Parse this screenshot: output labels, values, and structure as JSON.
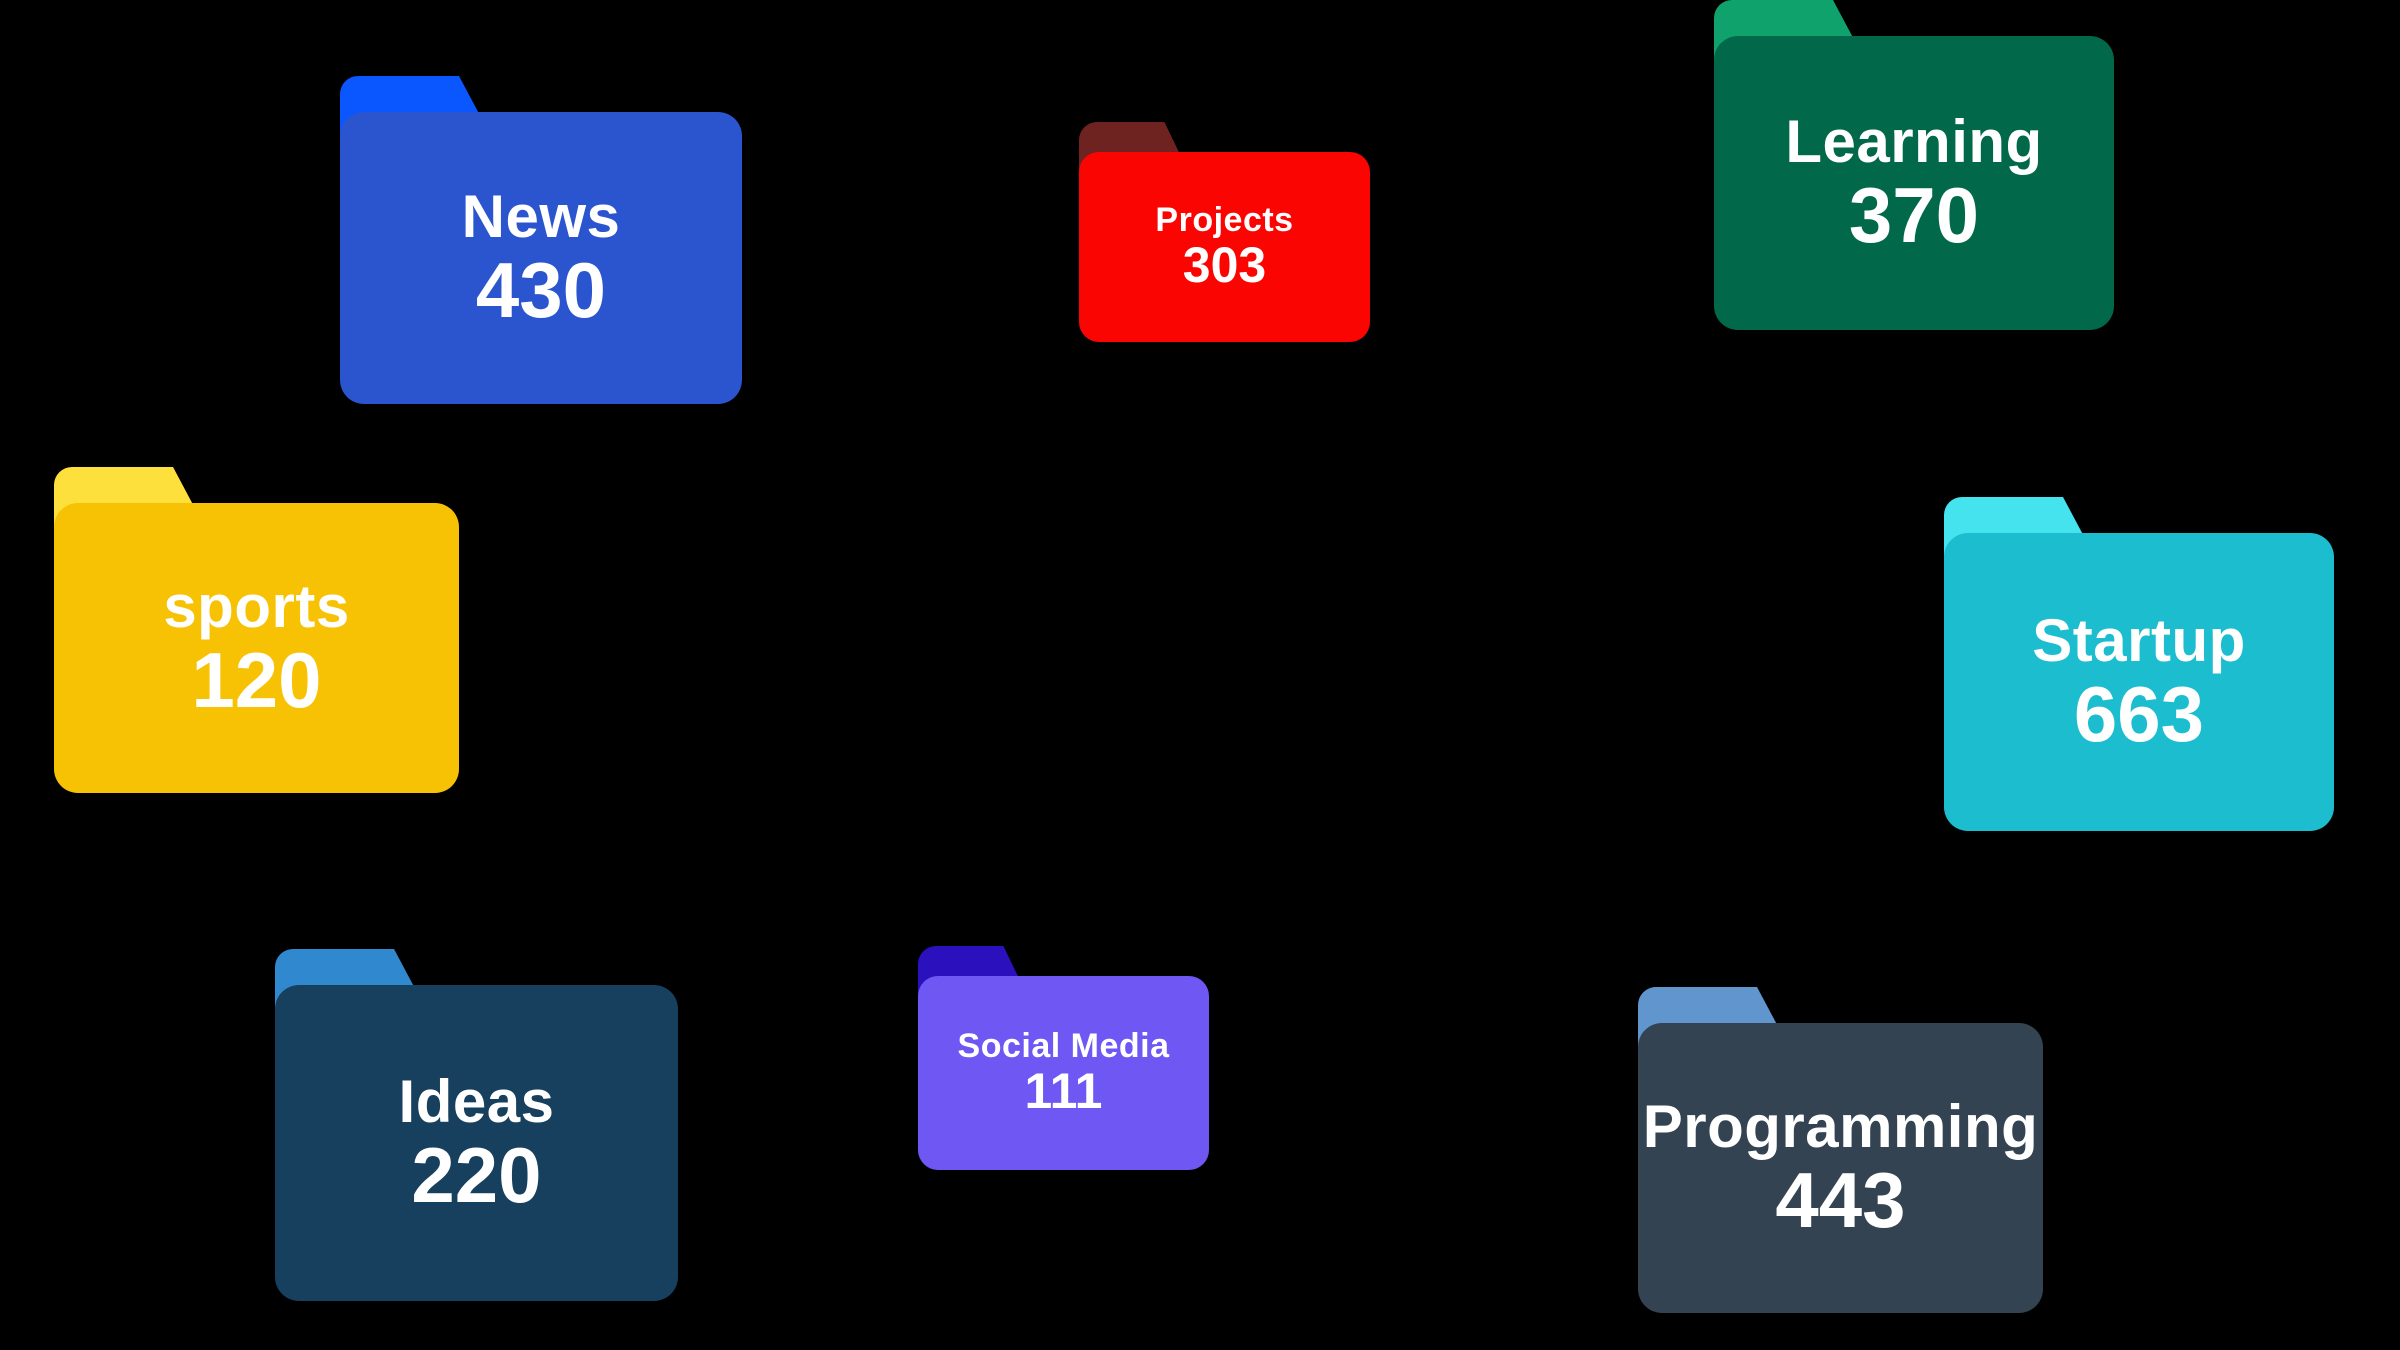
{
  "canvas": {
    "background": "#000000",
    "text_color": "#ffffff"
  },
  "folders": [
    {
      "name": "News",
      "count": "430",
      "body_color": "#2b55cf",
      "tab_color": "#0a56ff",
      "size": "large"
    },
    {
      "name": "Projects",
      "count": "303",
      "body_color": "#fb0502",
      "tab_color": "#6f2321",
      "size": "small"
    },
    {
      "name": "Learning",
      "count": "370",
      "body_color": "#01694a",
      "tab_color": "#0fa26d",
      "size": "large"
    },
    {
      "name": "sports",
      "count": "120",
      "body_color": "#f7c204",
      "tab_color": "#fee03c",
      "size": "large"
    },
    {
      "name": "Startup",
      "count": "663",
      "body_color": "#1dbdd0",
      "tab_color": "#45e3ed",
      "size": "large"
    },
    {
      "name": "Ideas",
      "count": "220",
      "body_color": "#16405e",
      "tab_color": "#3089cf",
      "size": "large"
    },
    {
      "name": "Social Media",
      "count": "111",
      "body_color": "#6f57f4",
      "tab_color": "#2b10bd",
      "size": "small"
    },
    {
      "name": "Programming",
      "count": "443",
      "body_color": "#344351",
      "tab_color": "#6095ce",
      "size": "large"
    }
  ]
}
